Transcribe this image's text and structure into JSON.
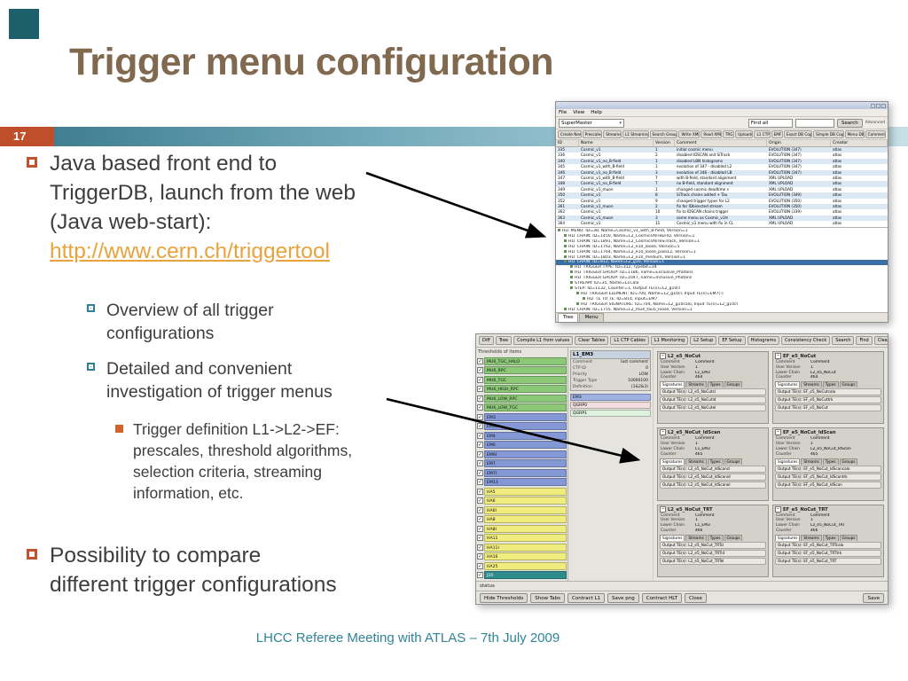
{
  "icons": {
    "check": "✓",
    "chevron_down": "▾"
  },
  "slide": {
    "title": "Trigger menu configuration",
    "page_number": "17",
    "footer": "LHCC Referee Meeting with ATLAS – 7th July 2009",
    "bullet1": {
      "text": "Java based front end to\nTriggerDB,  launch from the web\n(Java web-start):",
      "link": "http://www.cern.ch/triggertool"
    },
    "bullet2": "Overview of all trigger\nconfigurations",
    "bullet3": "Detailed and convenient\ninvestigation of trigger menus",
    "bullet4": "Trigger definition L1->L2->EF:\nprescales, threshold algorithms,\nselection criteria, streaming\ninformation, etc.",
    "bullet5": "Possibility to compare\ndifferent trigger configurations",
    "colors": {
      "title": "#80694e",
      "teal": "#2f8498",
      "orange": "#c0522c",
      "link": "#e8a33d",
      "page_box": "#bf4e2a"
    }
  },
  "triggertool": {
    "menu": [
      "File",
      "View",
      "Help"
    ],
    "supermaster": "SuperMaster",
    "find_value": "Find all",
    "search_label": "Search",
    "advanced_label": "Advanced",
    "buttons": [
      "Create New",
      "Prescales",
      "Streams",
      "L1 Streaming",
      "Search Groups",
      "Write XML",
      "Read XML",
      "TRG",
      "Uploads",
      "L1 CTP",
      "EMF",
      "Exact DB Copy",
      "Simple DB Copy",
      "Menu DB",
      "Comment"
    ],
    "table": {
      "headers": [
        "ID",
        "Name",
        "Version",
        "Comment",
        "Origin",
        "Creator"
      ],
      "rows": [
        [
          "335",
          "Cosmic_v1",
          "1",
          "initial cosmic menu",
          "EVOLUTION (347)",
          "atlas"
        ],
        [
          "336",
          "Cosmic_v1",
          "2",
          "disabled IDSCAN and SiTrack",
          "EVOLUTION (347)",
          "atlas"
        ],
        [
          "340",
          "Cosmic_v1_no_B-field",
          "1",
          "disabled LBN histograms",
          "EVOLUTION (347)",
          "atlas"
        ],
        [
          "345",
          "Cosmic_v1_with_B-field",
          "1",
          "evolution of 347 - disabled L2",
          "EVOLUTION (347)",
          "atlas"
        ],
        [
          "346",
          "Cosmic_v1_no_B-field",
          "3",
          "evolution of 346 - disabled LB",
          "EVOLUTION (347)",
          "atlas"
        ],
        [
          "347",
          "Cosmic_v1_with_B-field",
          "7",
          "with B-field, standard alignment",
          "XML UPLOAD",
          "atlas"
        ],
        [
          "348",
          "Cosmic_v1_no_B-field",
          "7",
          "no B-field, standard alignment",
          "XML UPLOAD",
          "atlas"
        ],
        [
          "349",
          "Cosmic_v1_muon",
          "1",
          "changed cosmic deadtime s",
          "XML UPLOAD",
          "atlas"
        ],
        [
          "350",
          "Cosmic_v1",
          "8",
          "SiTrack chains added + Tau",
          "EVOLUTION (349)",
          "atlas"
        ],
        [
          "352",
          "Cosmic_v1",
          "9",
          "changed trigger types for L2",
          "EVOLUTION (350)",
          "atlas"
        ],
        [
          "361",
          "Cosmic_v1_muon",
          "2",
          "fix for IDbisected stream",
          "EVOLUTION (350)",
          "atlas"
        ],
        [
          "362",
          "Cosmic_v1",
          "10",
          "fix to IDSCAN chains trigger",
          "EVOLUTION (339)",
          "atlas"
        ],
        [
          "363",
          "Cosmic_v1_muon",
          "3",
          "same menu as Cosmic_v1H",
          "XML UPLOAD",
          "atlas"
        ],
        [
          "364",
          "Cosmic_v1",
          "11",
          "Cosmic_v1 menu with fix in CL",
          "XML UPLOAD",
          "atlas"
        ]
      ]
    },
    "tree": [
      {
        "indent": 0,
        "text": "HLT MENU: ID=38, Name=Cosmic_v1_with_B-field, Version=1"
      },
      {
        "indent": 1,
        "text": "HLT CHAIN: ID=1450, Name=L2_CosmicsAllTeEFID, Version=1"
      },
      {
        "indent": 1,
        "text": "HLT CHAIN: ID=1891, Name=L2_CosmicsAllTeSiTrack, Version=1"
      },
      {
        "indent": 1,
        "text": "HLT CHAIN: ID=1762, Name=L2_e10_loose, Version=5"
      },
      {
        "indent": 1,
        "text": "HLT CHAIN: ID=1764, Name=L2_e10_loose_passL2, Version=1"
      },
      {
        "indent": 1,
        "text": "HLT CHAIN: ID=1803, Name=L2_e10_medium, Version=1"
      },
      {
        "indent": 1,
        "cls": "sel",
        "text": "HLT CHAIN: ID=812, Name=L2_g10, Version=1"
      },
      {
        "indent": 2,
        "text": "HLT TRIGGER TYPE: ID=312, Typebit=34"
      },
      {
        "indent": 2,
        "text": "HLT TRIGGER GROUP: ID=1186, name=Exclusive_Photons"
      },
      {
        "indent": 2,
        "text": "HLT TRIGGER GROUP: ID=1047, name=Inclusive_Photons"
      },
      {
        "indent": 2,
        "text": "STREAM: ID=35, Name=L1Calo"
      },
      {
        "indent": 2,
        "text": "STEP: ID=1132, Counter=1, Output TE(s)=L2_g10cl"
      },
      {
        "indent": 3,
        "text": "HLT TRIGGER ELEMENT: ID=700, Name=L2_g10cl, Input TE(s)=EM7(-)"
      },
      {
        "indent": 4,
        "text": "HLT TE TO TE: ID=814, input=EM7"
      },
      {
        "indent": 3,
        "text": "HLT TRIGGER SIGNATURE: ID=704, Name=L2_g10calo, Input TE(s)=L2_g10cl"
      },
      {
        "indent": 1,
        "text": "HLT CHAIN: ID=1755, Name=L2_mu4_tau5_loose, Version=1"
      }
    ],
    "tabs": [
      "Tree",
      "Menu"
    ]
  },
  "comparetool": {
    "top_buttons": [
      "Diff",
      "Tree",
      "Compile L1 from values",
      "Clear Tables",
      "L1 CTP Cables",
      "L1 Monitoring",
      "L2 Setup",
      "EF Setup",
      "Histograms",
      "Consistency Check",
      "Search"
    ],
    "right_buttons": [
      "Find",
      "Clear"
    ],
    "left_header": "Thresholds of items",
    "thresholds": [
      {
        "label": "MU6_TGC_HALO",
        "color": "#8cc878"
      },
      {
        "label": "MU6_RPC",
        "color": "#8cc878"
      },
      {
        "label": "MU6_TGC",
        "color": "#8cc878"
      },
      {
        "label": "MU6_HIGH_RPC",
        "color": "#8cc878"
      },
      {
        "label": "MU6_LOW_RPC",
        "color": "#8cc878"
      },
      {
        "label": "MU6_LOW_TGC",
        "color": "#8cc878"
      },
      {
        "label": "EM3",
        "color": "#8498d6"
      },
      {
        "label": "EM3I",
        "color": "#8498d6"
      },
      {
        "label": "EM4",
        "color": "#8498d6"
      },
      {
        "label": "EM6",
        "color": "#8498d6"
      },
      {
        "label": "EM6I",
        "color": "#8498d6"
      },
      {
        "label": "EM7",
        "color": "#8498d6"
      },
      {
        "label": "EM7I",
        "color": "#8498d6"
      },
      {
        "label": "EM13",
        "color": "#8498d6"
      },
      {
        "label": "HA5",
        "color": "#f0ec7e"
      },
      {
        "label": "HA6",
        "color": "#f0ec7e"
      },
      {
        "label": "HA6I",
        "color": "#f0ec7e"
      },
      {
        "label": "HA8",
        "color": "#f0ec7e"
      },
      {
        "label": "HA8I",
        "color": "#f0ec7e"
      },
      {
        "label": "HA11",
        "color": "#f0ec7e"
      },
      {
        "label": "HA11I",
        "color": "#f0ec7e"
      },
      {
        "label": "HA16",
        "color": "#f0ec7e"
      },
      {
        "label": "HA25",
        "color": "#f0ec7e"
      },
      {
        "label": "J10",
        "color": "#2f8c8c",
        "cls": "lt-white"
      }
    ],
    "detail": {
      "title": "L1_EM3",
      "fields": [
        [
          "Comment",
          "last comment"
        ],
        [
          "CTP ID",
          "0"
        ],
        [
          "Priority",
          "LOW"
        ],
        [
          "Trigger Type",
          "10000100"
        ],
        [
          "Definition",
          "(1&2&3)"
        ]
      ],
      "items": [
        {
          "label": "EM3",
          "color": "#9fb2e2"
        },
        {
          "label": "QGRP0",
          "color": "#f2dede"
        },
        {
          "label": "QGRP1",
          "color": "#def2de"
        }
      ]
    },
    "panel_tabs": [
      "Signatures",
      "Streams",
      "Types",
      "Groups"
    ],
    "panels": [
      {
        "title": "L2_e5_NoCut",
        "fields": [
          [
            "Comment",
            "Comment"
          ],
          [
            "User Version",
            "1"
          ],
          [
            "Lower Chain",
            "L1_EM3"
          ],
          [
            "Counter",
            "464"
          ]
        ],
        "rows": [
          "Output TE(s): L2_e5_NoCutcl",
          "Output TE(s): L2_e5_NoCutid",
          "Output TE(s): L2_e5_NoCutel"
        ]
      },
      {
        "title": "EF_e5_NoCut",
        "fields": [
          [
            "Comment",
            "Comment"
          ],
          [
            "User Version",
            "1"
          ],
          [
            "Lower Chain",
            "L2_e5_NoCut"
          ],
          [
            "Counter",
            "464"
          ]
        ],
        "rows": [
          "Output TE(s): EF_e5_NoCutcalo",
          "Output TE(s): EF_e5_NoCuttrk",
          "Output TE(s): EF_e5_NoCut"
        ]
      },
      {
        "title": "L2_e5_NoCut_IdScan",
        "fields": [
          [
            "Comment",
            "Comment"
          ],
          [
            "User Version",
            "1"
          ],
          [
            "Lower Chain",
            "L1_EM3"
          ],
          [
            "Counter",
            "465"
          ]
        ],
        "rows": [
          "Output TE(s): L2_e5_NoCut_IdScancl",
          "Output TE(s): L2_e5_NoCut_IdScanid",
          "Output TE(s): L2_e5_NoCut_IdScanel"
        ]
      },
      {
        "title": "EF_e5_NoCut_IdScan",
        "fields": [
          [
            "Comment",
            "Comment"
          ],
          [
            "User Version",
            "1"
          ],
          [
            "Lower Chain",
            "L2_e5_NoCut_IdScan"
          ],
          [
            "Counter",
            "465"
          ]
        ],
        "rows": [
          "Output TE(s): EF_e5_NoCut_IdScancalo",
          "Output TE(s): EF_e5_NoCut_IdScantrk",
          "Output TE(s): EF_e5_NoCut_IdScan"
        ]
      },
      {
        "title": "L2_e5_NoCut_TRT",
        "fields": [
          [
            "Comment",
            "Comment"
          ],
          [
            "User Version",
            "1"
          ],
          [
            "Lower Chain",
            "L1_EM3"
          ],
          [
            "Counter",
            "466"
          ]
        ],
        "rows": [
          "Output TE(s): L2_e5_NoCut_TRTcl",
          "Output TE(s): L2_e5_NoCut_TRTid",
          "Output TE(s): L2_e5_NoCut_TRTel"
        ]
      },
      {
        "title": "EF_e5_NoCut_TRT",
        "fields": [
          [
            "Comment",
            "Comment"
          ],
          [
            "User Version",
            "1"
          ],
          [
            "Lower Chain",
            "L2_e5_NoCut_TRT"
          ],
          [
            "Counter",
            "466"
          ]
        ],
        "rows": [
          "Output TE(s): EF_e5_NoCut_TRTcalo",
          "Output TE(s): EF_e5_NoCut_TRTtrk",
          "Output TE(s): EF_e5_NoCut_TRT"
        ]
      }
    ],
    "status": "status",
    "bottom_buttons": [
      "Hide Thresholds",
      "Show Tabs",
      "Contract L1",
      "Save png",
      "Contract HLT",
      "Close"
    ],
    "save_button": "Save"
  }
}
